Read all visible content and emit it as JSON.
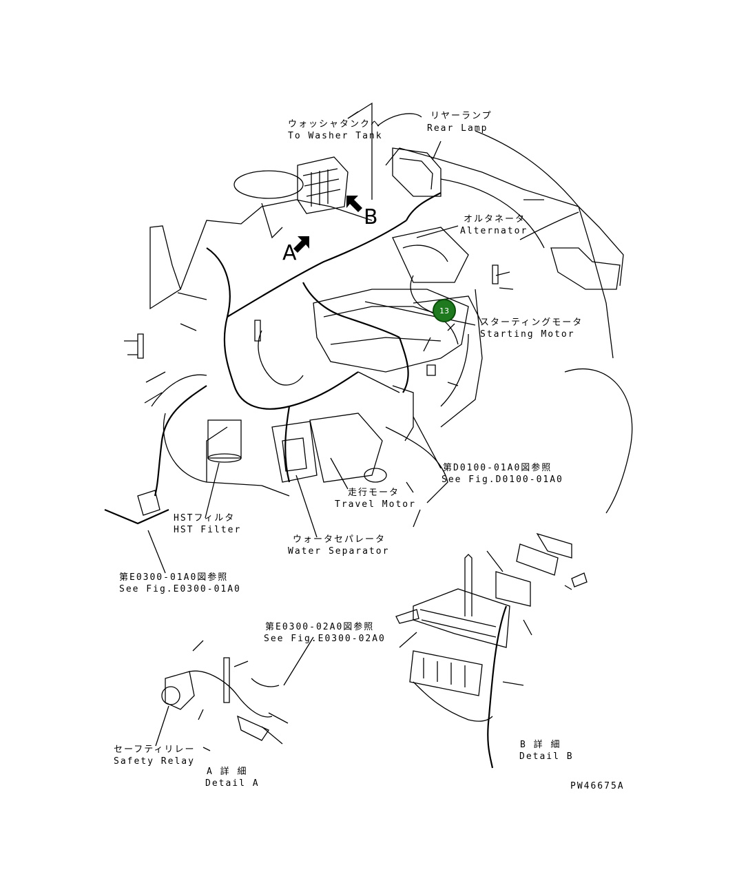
{
  "labels": {
    "washer_tank_jp": "ウォッシャタンクへ",
    "washer_tank_en": "To Washer Tank",
    "rear_lamp_jp": "リヤーランプ",
    "rear_lamp_en": "Rear Lamp",
    "alternator_jp": "オルタネータ",
    "alternator_en": "Alternator",
    "starting_motor_jp": "スターティングモータ",
    "starting_motor_en": "Starting Motor",
    "see_d0100_jp": "第D0100-01A0図参照",
    "see_d0100_en": "See Fig.D0100-01A0",
    "travel_motor_jp": "走行モータ",
    "travel_motor_en": "Travel Motor",
    "hst_filter_jp": "HSTフィルタ",
    "hst_filter_en": "HST Filter",
    "water_separator_jp": "ウォータセパレータ",
    "water_separator_en": "Water Separator",
    "see_e0300_01_jp": "第E0300-01A0図参照",
    "see_e0300_01_en": "See Fig.E0300-01A0",
    "see_e0300_02_jp": "第E0300-02A0図参照",
    "see_e0300_02_en": "See Fig.E0300-02A0",
    "safety_relay_jp": "セーフティリレー",
    "safety_relay_en": "Safety Relay",
    "detail_a_jp": "A 詳 細",
    "detail_a_en": "Detail A",
    "detail_b_jp": "B 詳 細",
    "detail_b_en": "Detail B",
    "drawing_number": "PW46675A"
  },
  "markers": {
    "view_a": "A",
    "view_b": "B"
  },
  "callouts": [
    {
      "number": "13",
      "color": "#1f7a1f"
    }
  ]
}
